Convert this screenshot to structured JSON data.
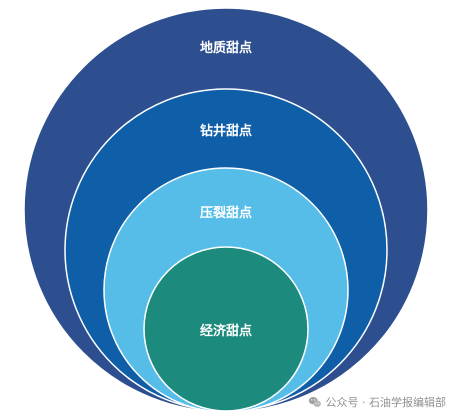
{
  "diagram": {
    "rings": [
      {
        "label": "地质甜点",
        "color": "#2e4f8f"
      },
      {
        "label": "钻井甜点",
        "color": "#0f5fa8"
      },
      {
        "label": "压裂甜点",
        "color": "#55bde8"
      },
      {
        "label": "经济甜点",
        "color": "#1c8a7c"
      }
    ],
    "ring_border_color": "#ffffff"
  },
  "watermark": {
    "text": "公众号 · 石油学报编辑部",
    "icon": "wechat-icon"
  }
}
